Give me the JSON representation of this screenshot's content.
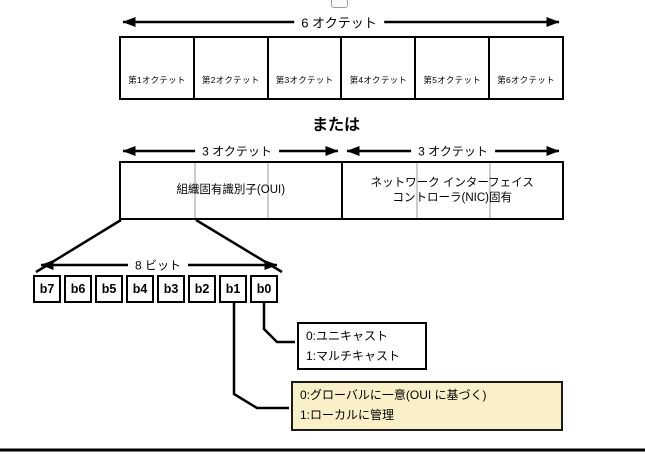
{
  "colors": {
    "line": "#000000",
    "callout_highlight_bg": "#faf0c8",
    "divider_gray": "#cccccc"
  },
  "top_arrow": {
    "label": "6 オクテット"
  },
  "octet_table": {
    "cells": [
      "第1オクテット",
      "第2オクテット",
      "第3オクテット",
      "第4オクテット",
      "第5オクテット",
      "第6オクテット"
    ]
  },
  "or_label": "または",
  "split_arrows": {
    "left_label": "3 オクテット",
    "right_label": "3 オクテット"
  },
  "address_box": {
    "oui_label": "組織固有識別子(OUI)",
    "nic_label_line1": "ネットワーク インターフェイス",
    "nic_label_line2": "コントローラ(NIC)固有"
  },
  "bit_arrow": {
    "label": "8 ビット"
  },
  "bit_row": {
    "bits": [
      "b7",
      "b6",
      "b5",
      "b4",
      "b3",
      "b2",
      "b1",
      "b0"
    ]
  },
  "callouts": {
    "b0": {
      "line1": "0:ユニキャスト",
      "line2": "1:マルチキャスト"
    },
    "b1": {
      "line1": "0:グローバルに一意(OUI に基づく)",
      "line2": "1:ローカルに管理"
    }
  }
}
